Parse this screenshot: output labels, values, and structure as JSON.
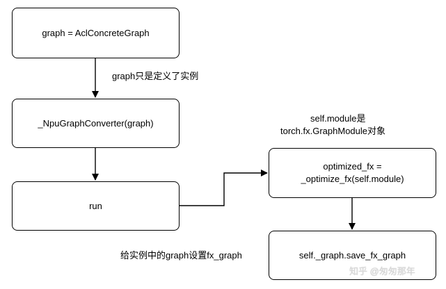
{
  "nodes": {
    "graph_init": {
      "text": "graph = AclConcreteGraph"
    },
    "converter": {
      "text": "_NpuGraphConverter(graph)"
    },
    "run": {
      "text": "run"
    },
    "optimized": {
      "line1": "optimized_fx =",
      "line2": "_optimize_fx(self.module)"
    },
    "save": {
      "text": "self._graph.save_fx_graph"
    }
  },
  "annotations": {
    "graph_instance": "graph只是定义了实例",
    "self_module_line1": "self.module是",
    "self_module_line2": "torch.fx.GraphModule对象",
    "set_fx_graph": "给实例中的graph设置fx_graph"
  },
  "watermark": "知乎 @匆匆那年",
  "colors": {
    "stroke": "#000000",
    "background": "#ffffff"
  }
}
